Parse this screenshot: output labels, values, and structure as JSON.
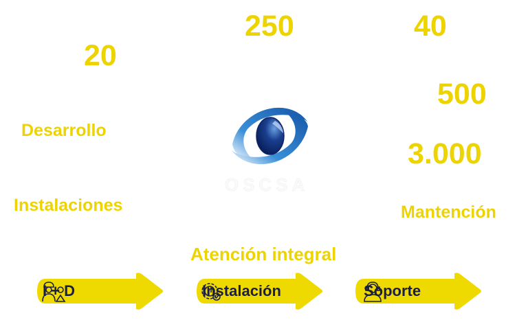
{
  "stats": {
    "n250": "250",
    "n40": "40",
    "n20": "20",
    "n500": "500",
    "n3000": "3.000"
  },
  "labels": {
    "desarrollo": "Desarrollo",
    "instalaciones": "Instalaciones",
    "mantencion": "Mantención",
    "atencion": "Atención integral"
  },
  "logo": {
    "text": "OSCSA"
  },
  "arrows": [
    {
      "label": "I + D",
      "icon": "engineer-icon"
    },
    {
      "label": "Instalación",
      "icon": "gear-wrench-icon"
    },
    {
      "label": "Soporte",
      "icon": "headset-agent-icon"
    }
  ],
  "colors": {
    "yellow": "#EDD400",
    "navy": "#1b1f45",
    "blue": "#1f6fc0"
  }
}
